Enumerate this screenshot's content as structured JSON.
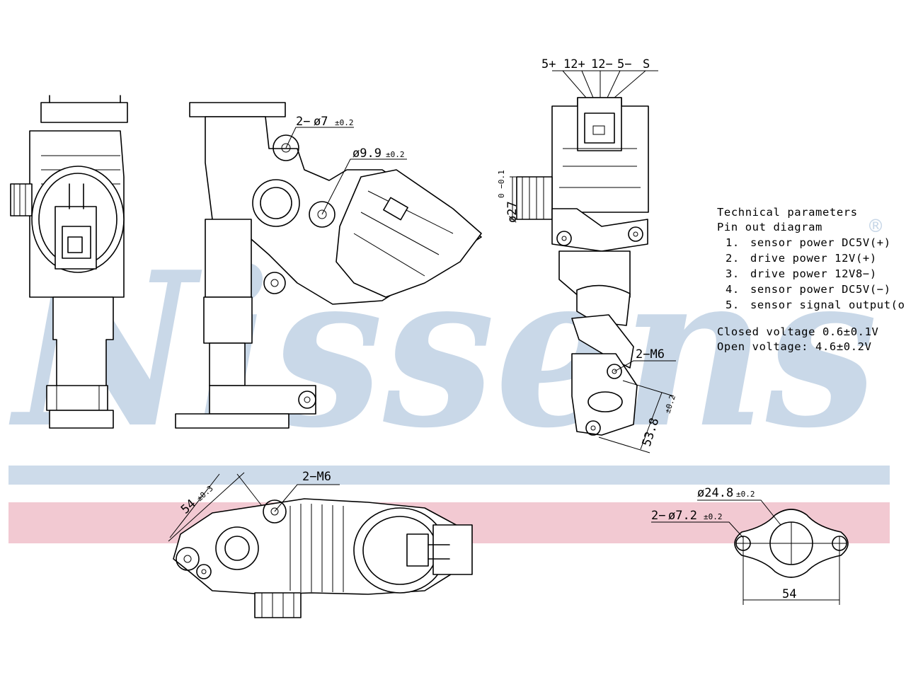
{
  "brand": {
    "watermark": "Nissens",
    "registered_mark": "®",
    "colors": {
      "watermark": "#c9d8e8",
      "blue_band": "#cddbea",
      "pink_band": "#f2c9d2",
      "line": "#000000"
    }
  },
  "dimensions": {
    "holes_2x_d7": {
      "count": "2−",
      "value": "ø7",
      "tol": "±0.2"
    },
    "bore_d9_9": {
      "value": "ø9.9",
      "tol": "±0.2"
    },
    "pins_header": {
      "p1": "5+",
      "p2": "12+",
      "p3": "12−",
      "p4": "5−",
      "p5": "S"
    },
    "diam_27": {
      "value": "ø27",
      "tol": "0 −0.1"
    },
    "thread_m6_right": "2−M6",
    "dist_53_8": {
      "value": "53.8",
      "tol": "±0.2"
    },
    "thread_m6_bottom": "2−M6",
    "dist_54_bottom": {
      "value": "54",
      "tol": "±0.3"
    },
    "flange_d24_8": {
      "value": "ø24.8",
      "tol": "±0.2"
    },
    "flange_holes_d7_2": {
      "count": "2−",
      "value": "ø7.2",
      "tol": "±0.2"
    },
    "flange_pitch": "54"
  },
  "technical_parameters": {
    "title": "Technical parameters",
    "subtitle": "Pin out diagram",
    "pins": [
      {
        "num": "1.",
        "text": "sensor power DC5V(+)"
      },
      {
        "num": "2.",
        "text": "drive power 12V(+)"
      },
      {
        "num": "3.",
        "text": "drive power 12V8−)"
      },
      {
        "num": "4.",
        "text": "sensor power DC5V(−)"
      },
      {
        "num": "5.",
        "text": "sensor signal output(o)"
      }
    ],
    "closed_voltage": "Closed voltage  0.6±0.1V",
    "open_voltage": "Open voltage: 4.6±0.2V"
  }
}
